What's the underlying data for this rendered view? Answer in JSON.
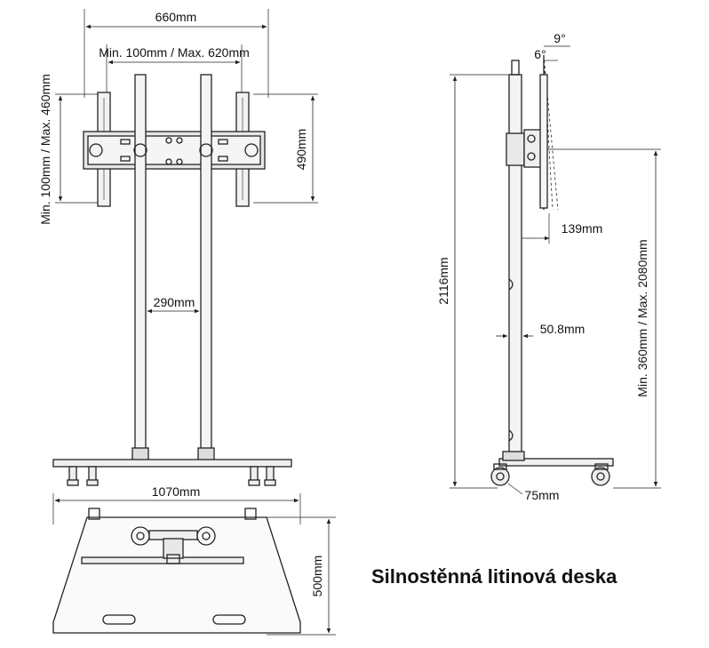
{
  "front_view": {
    "width_label": "660mm",
    "vesa_horizontal_label": "Min. 100mm / Max. 620mm",
    "vesa_vertical_label": "Min. 100mm / Max. 460mm",
    "bracket_height_label": "490mm",
    "pole_spacing_label": "290mm"
  },
  "side_view": {
    "tilt_large_label": "9°",
    "tilt_small_label": "6°",
    "total_height_label": "2116mm",
    "adjust_range_label": "Min. 360mm / Max. 2080mm",
    "offset_label": "139mm",
    "pole_diameter_label": "50.8mm",
    "caster_label": "75mm"
  },
  "base_view": {
    "length_label": "1070mm",
    "depth_label": "500mm"
  },
  "caption": "Silnostěnná litinová deska"
}
